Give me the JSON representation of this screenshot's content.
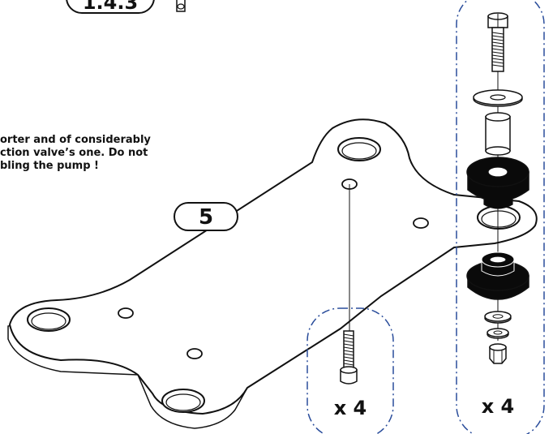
{
  "callouts": {
    "top_ref": "1.4.3",
    "step": "5"
  },
  "note_lines": [
    "orter and of considerably",
    "ction valve’s one. Do not",
    "bling the pump !"
  ],
  "quantities": {
    "screw_group": "x 4",
    "mount_stack": "x 4"
  },
  "colors": {
    "line": "#111111",
    "fill": "#ffffff",
    "rubber": "#0a0a0a",
    "group_border": "#2a4d9b"
  }
}
